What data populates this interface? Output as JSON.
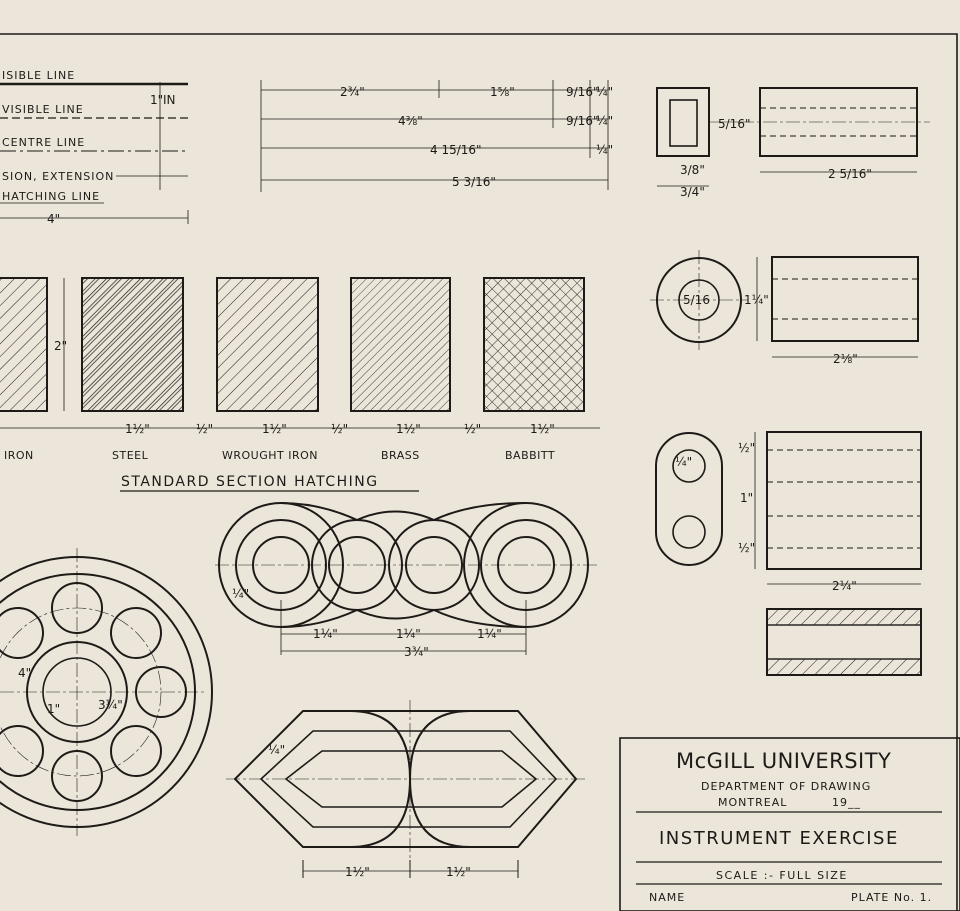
{
  "line_types": {
    "visible": "ISIBLE LINE",
    "invisible": "VISIBLE LINE",
    "centre": "CENTRE LINE",
    "dimension": "SION, EXTENSION",
    "hatching": "HATCHING LINE",
    "length": "4\"",
    "spacing": [
      "1\"",
      "IN"
    ]
  },
  "top_dims": {
    "a": "2¾\"",
    "b": "1⅝\"",
    "c": "9/16\"",
    "d": "¼\"",
    "e": "4⅜\"",
    "f": "4 15/16\"",
    "g": "5 3/16\""
  },
  "hatching": {
    "materials": [
      "IRON",
      "STEEL",
      "WROUGHT IRON",
      "BRASS",
      "BABBITT"
    ],
    "height": "2\"",
    "width": "1½\"",
    "gap": "½\"",
    "title": "STANDARD SECTION HATCHING"
  },
  "right_dims": {
    "box_h": "5/16\"",
    "box_w1": "3/8\"",
    "box_w2": "3/4\"",
    "cyl1": "2 5/16\"",
    "ring_d": "1¼\"",
    "ring_r": "5/16",
    "cyl2": "2⅛\"",
    "slot_half": "½\"",
    "slot_mid": "1\"",
    "cyl3": "2¼\"",
    "hole": "¼\""
  },
  "bottom_dims": {
    "chain_pitch": "1¼\"",
    "chain_total": "3¾\"",
    "bearing_a": "4\"",
    "bearing_b": "3¼\"",
    "bearing_c": "1\"",
    "hex_pitch": "1½\"",
    "quarter": "¼\""
  },
  "title_block": {
    "university": "McGILL UNIVERSITY",
    "department": "DEPARTMENT OF DRAWING",
    "city": "MONTREAL",
    "year": "19__",
    "exercise": "INSTRUMENT EXERCISE",
    "scale": "SCALE :-  FULL  SIZE",
    "name_label": "NAME",
    "plate": "PLATE No. 1."
  }
}
